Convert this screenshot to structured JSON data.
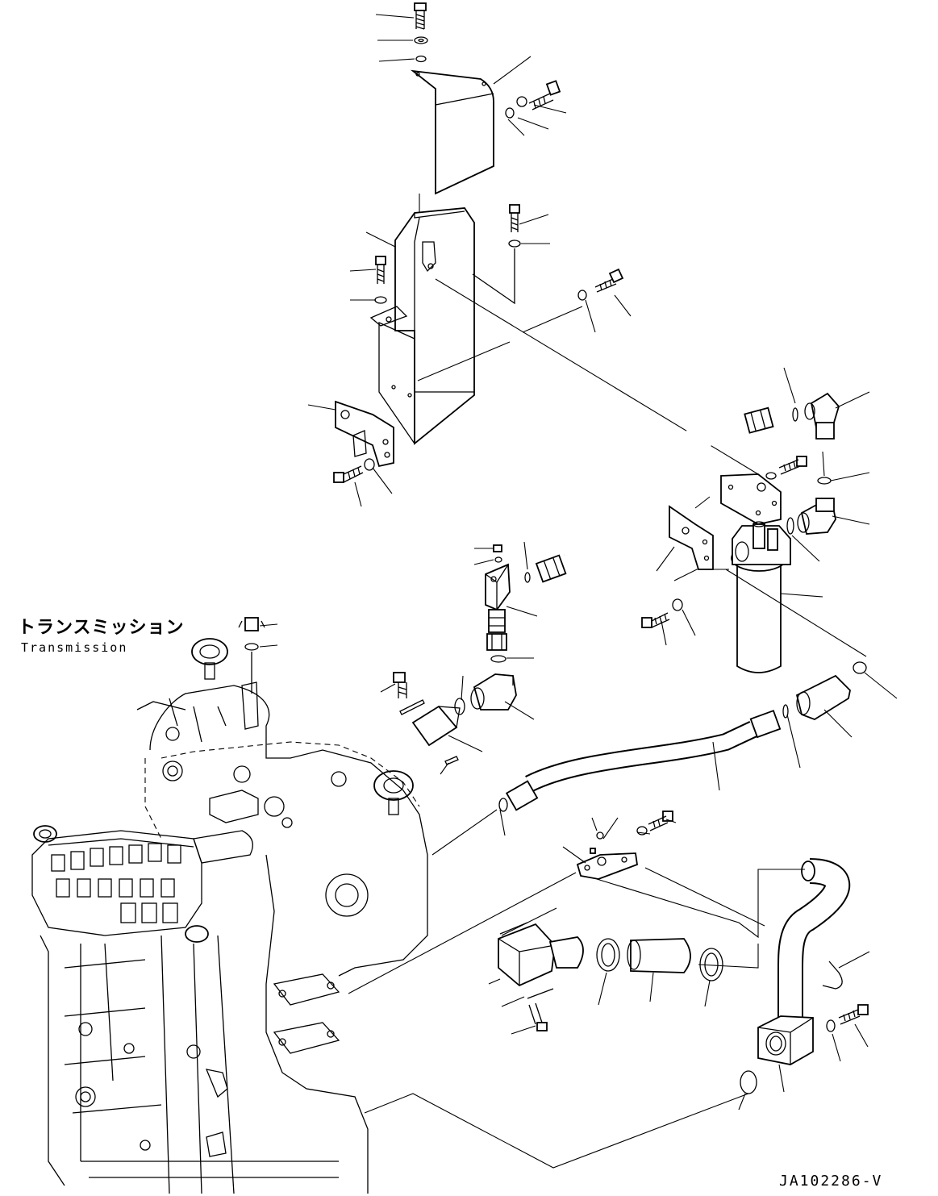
{
  "labels": {
    "transmission_jp": "トランスミッション",
    "transmission_en": "Transmission"
  },
  "drawing_number": "JA102286-V"
}
